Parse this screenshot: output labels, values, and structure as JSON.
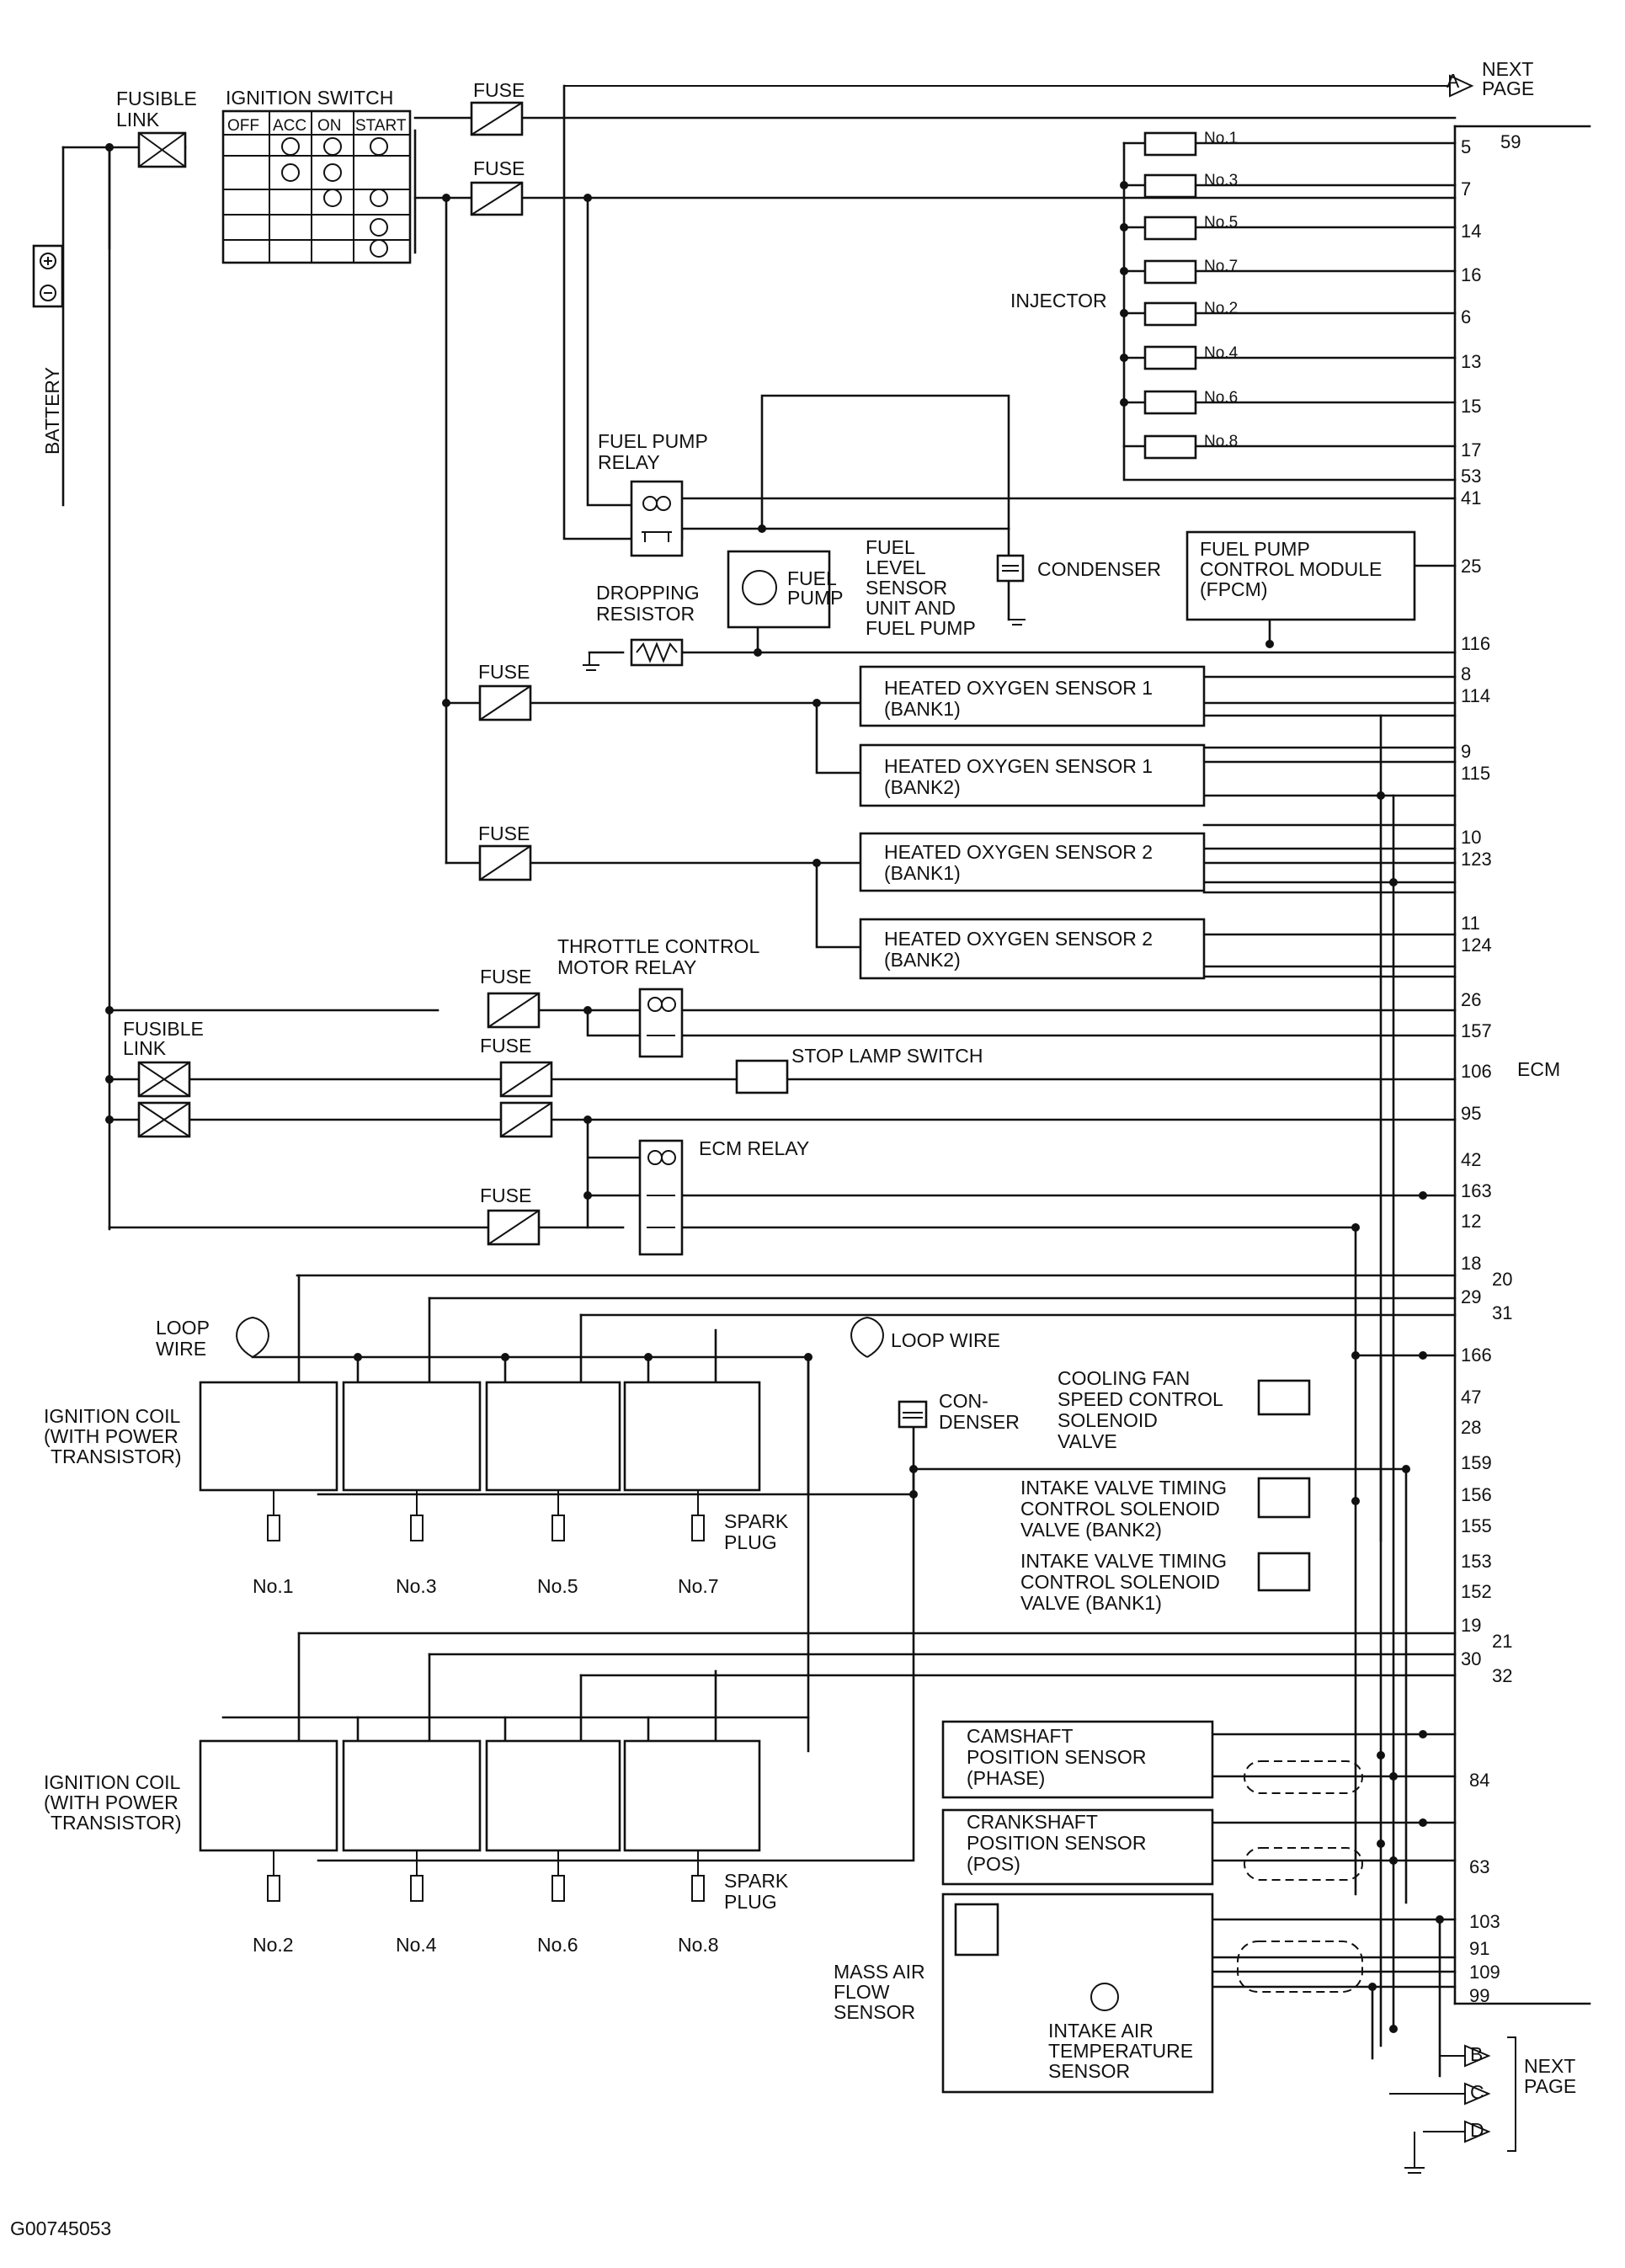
{
  "figure_id": "G00745053",
  "labels": {
    "battery": "BATTERY",
    "fusible_link_1": [
      "FUSIBLE",
      "LINK"
    ],
    "fusible_link_2": [
      "FUSIBLE",
      "LINK"
    ],
    "ignition_switch": "IGNITION SWITCH",
    "switch_columns": [
      "OFF",
      "ACC",
      "ON",
      "START"
    ],
    "fuse": "FUSE",
    "next_page": [
      "NEXT",
      "PAGE"
    ],
    "injector": "INJECTOR",
    "injectors": [
      "No.1",
      "No.3",
      "No.5",
      "No.7",
      "No.2",
      "No.4",
      "No.6",
      "No.8"
    ],
    "fuel_pump_relay": [
      "FUEL PUMP",
      "RELAY"
    ],
    "fuel_pump": [
      "FUEL",
      "PUMP"
    ],
    "fuel_level_sensor": [
      "FUEL",
      "LEVEL",
      "SENSOR",
      "UNIT AND",
      "FUEL PUMP"
    ],
    "condenser": "CONDENSER",
    "fpcm": [
      "FUEL PUMP",
      "CONTROL MODULE",
      "(FPCM)"
    ],
    "dropping_resistor": [
      "DROPPING",
      "RESISTOR"
    ],
    "ho2s": [
      [
        "HEATED OXYGEN SENSOR 1",
        "(BANK1)"
      ],
      [
        "HEATED OXYGEN SENSOR 1",
        "(BANK2)"
      ],
      [
        "HEATED OXYGEN SENSOR 2",
        "(BANK1)"
      ],
      [
        "HEATED OXYGEN SENSOR 2",
        "(BANK2)"
      ]
    ],
    "throttle_relay": [
      "THROTTLE CONTROL",
      "MOTOR RELAY"
    ],
    "stop_lamp_switch": "STOP LAMP SWITCH",
    "ecm": "ECM",
    "ecm_relay": "ECM RELAY",
    "loop_wire_left": [
      "LOOP",
      "WIRE"
    ],
    "loop_wire_right": "LOOP WIRE",
    "ignition_coil": [
      "IGNITION COIL",
      "(WITH POWER",
      "TRANSISTOR)"
    ],
    "condenser_2": [
      "CON-",
      "DENSER"
    ],
    "cooling_fan_valve": [
      "COOLING FAN",
      "SPEED CONTROL",
      "SOLENOID",
      "VALVE"
    ],
    "ivt_bank2": [
      "INTAKE VALVE TIMING",
      "CONTROL SOLENOID",
      "VALVE (BANK2)"
    ],
    "ivt_bank1": [
      "INTAKE VALVE TIMING",
      "CONTROL SOLENOID",
      "VALVE (BANK1)"
    ],
    "spark_plug": [
      "SPARK",
      "PLUG"
    ],
    "plugs_top": [
      "No.1",
      "No.3",
      "No.5",
      "No.7"
    ],
    "plugs_bottom": [
      "No.2",
      "No.4",
      "No.6",
      "No.8"
    ],
    "camshaft_sensor": [
      "CAMSHAFT",
      "POSITION SENSOR",
      "(PHASE)"
    ],
    "crankshaft_sensor": [
      "CRANKSHAFT",
      "POSITION SENSOR",
      "(POS)"
    ],
    "maf_sensor": [
      "MASS AIR",
      "FLOW",
      "SENSOR"
    ],
    "iat_sensor": [
      "INTAKE AIR",
      "TEMPERATURE",
      "SENSOR"
    ],
    "connector_letters": [
      "A",
      "B",
      "C",
      "D"
    ]
  },
  "ecm_pins": {
    "p59": "59",
    "injectors": [
      "5",
      "7",
      "14",
      "16",
      "6",
      "13",
      "15",
      "17"
    ],
    "p53": "53",
    "p41": "41",
    "p25": "25",
    "p116": "116",
    "ho2s": [
      "8",
      "114",
      "9",
      "115",
      "10",
      "123",
      "11",
      "124"
    ],
    "p26": "26",
    "p157": "157",
    "p106": "106",
    "p95": "95",
    "p42": "42",
    "p163": "163",
    "p12": "12",
    "coil_top": [
      "18",
      "20",
      "29",
      "31"
    ],
    "p166": "166",
    "p47": "47",
    "p28": "28",
    "p159": "159",
    "p156": "156",
    "p155": "155",
    "p153": "153",
    "p152": "152",
    "coil_bottom": [
      "19",
      "21",
      "30",
      "32"
    ],
    "p84": "84",
    "p63": "63",
    "maf": [
      "103",
      "91",
      "109",
      "99"
    ]
  }
}
